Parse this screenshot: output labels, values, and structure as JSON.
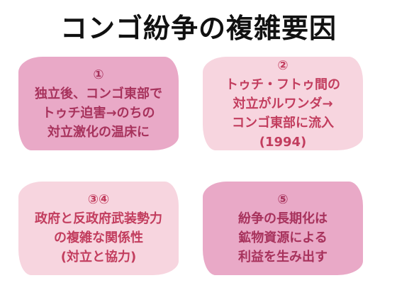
{
  "title": "コンゴ紛争の複雑要因",
  "cards": [
    {
      "number": "①",
      "lines": [
        "独立後、コンゴ東部で",
        "トゥチ迫害→のちの",
        "対立激化の温床に"
      ]
    },
    {
      "number": "②",
      "lines": [
        "トゥチ・フトゥ間の",
        "対立がルワンダ→",
        "コンゴ東部に流入",
        "(1994)"
      ]
    },
    {
      "number": "③④",
      "lines": [
        "政府と反政府武装勢力",
        "の複雑な関係性",
        "(対立と協力)"
      ]
    },
    {
      "number": "⑤",
      "lines": [
        "紛争の長期化は",
        "鉱物資源による",
        "利益を生み出す"
      ]
    }
  ],
  "colors": {
    "dark_card": "#e9a9c7",
    "light_card": "#f7d5df",
    "dark_text": "#a7325c",
    "light_text": "#c23d5e"
  }
}
